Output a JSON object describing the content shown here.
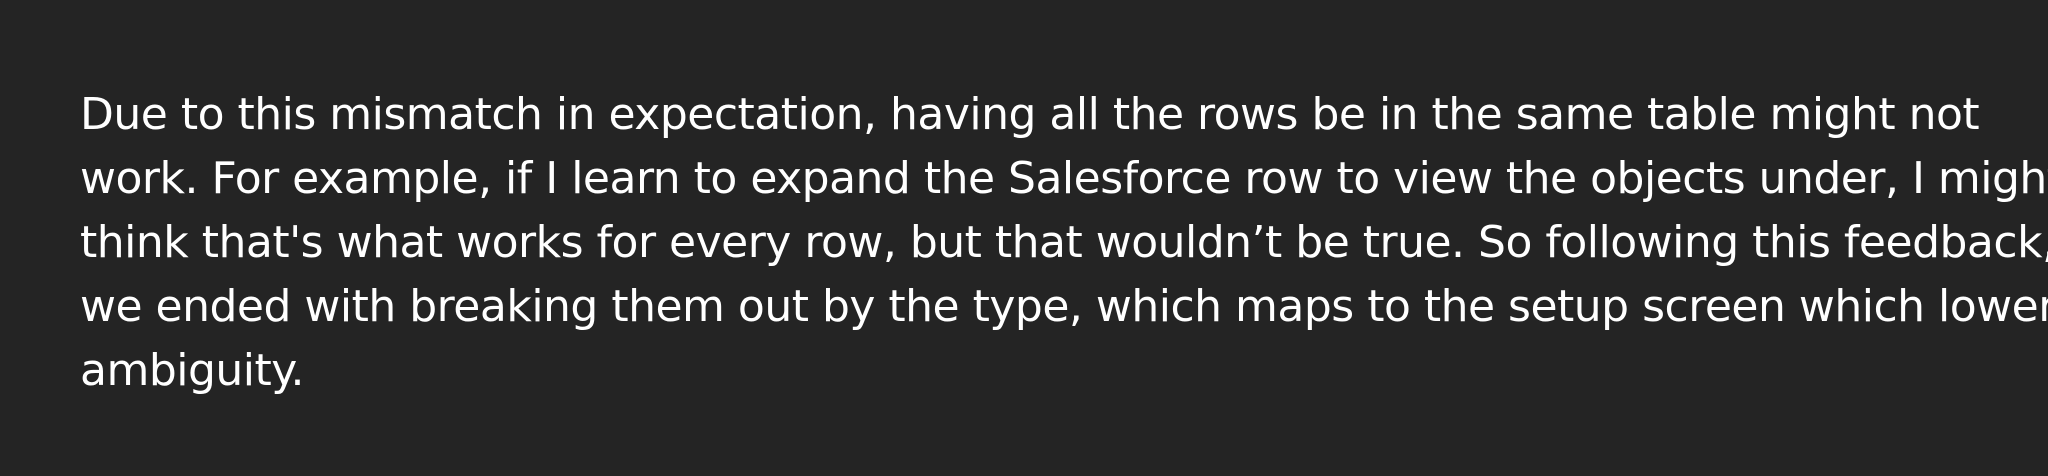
{
  "content": {
    "lines": [
      "Due to this mismatch in expectation, having all the rows be in the same table might not",
      "work. For example, if I learn to expand the Salesforce row to view the objects under, I might",
      "think that's what works for every row, but that wouldn’t be true. So following this feedback,",
      "we ended with breaking them out by the type, which maps to the setup screen which lowers",
      "ambiguity."
    ]
  },
  "colors": {
    "background": "#242424",
    "text": "#ffffff"
  }
}
